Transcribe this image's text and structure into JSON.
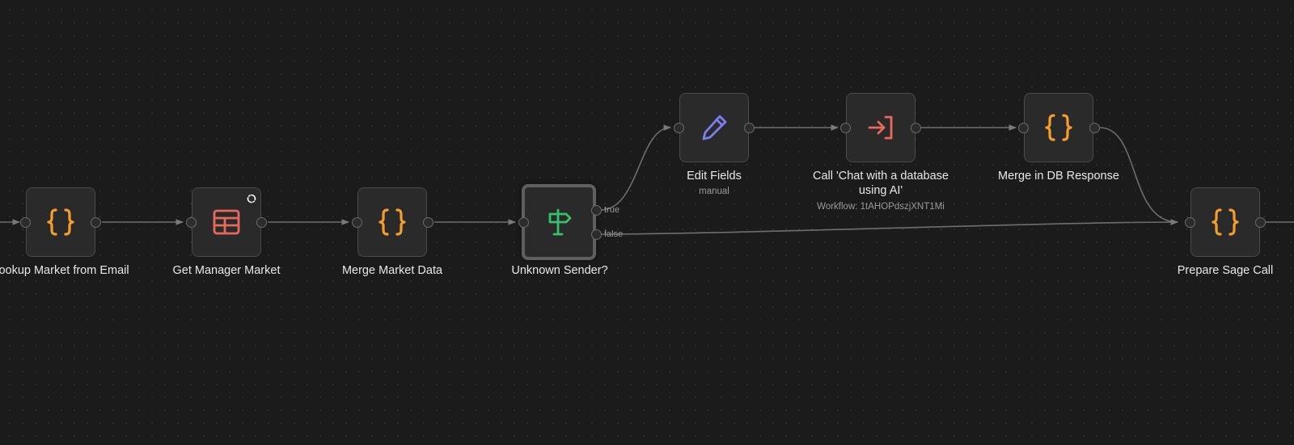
{
  "canvas": {
    "background": "#1b1b1b",
    "edge_color": "#7a7a7a"
  },
  "nodes": {
    "lookup_market": {
      "label": "Lookup Market from Email",
      "icon": "code-braces-icon",
      "color": "#f59e2c"
    },
    "get_manager_market": {
      "label": "Get Manager Market",
      "icon": "table-icon",
      "color": "#e86a5a",
      "badge": "sync-status-icon"
    },
    "merge_market_data": {
      "label": "Merge Market Data",
      "icon": "code-braces-icon",
      "color": "#f59e2c"
    },
    "unknown_sender": {
      "label": "Unknown Sender?",
      "icon": "signpost-icon",
      "color": "#35c26b",
      "outputs": {
        "true_label": "true",
        "false_label": "false"
      }
    },
    "edit_fields": {
      "label": "Edit Fields",
      "subtitle": "manual",
      "icon": "pencil-icon",
      "color": "#7b7ff0"
    },
    "call_subworkflow": {
      "label": "Call 'Chat with a database using AI'",
      "subtitle": "Workflow: 1tAHOPdszjXNT1Mi",
      "icon": "enter-arrow-icon",
      "color": "#e86a5a"
    },
    "merge_db_response": {
      "label": "Merge in DB Response",
      "icon": "code-braces-icon",
      "color": "#f59e2c"
    },
    "prepare_sage_call": {
      "label": "Prepare Sage Call",
      "icon": "code-braces-icon",
      "color": "#f59e2c"
    }
  }
}
